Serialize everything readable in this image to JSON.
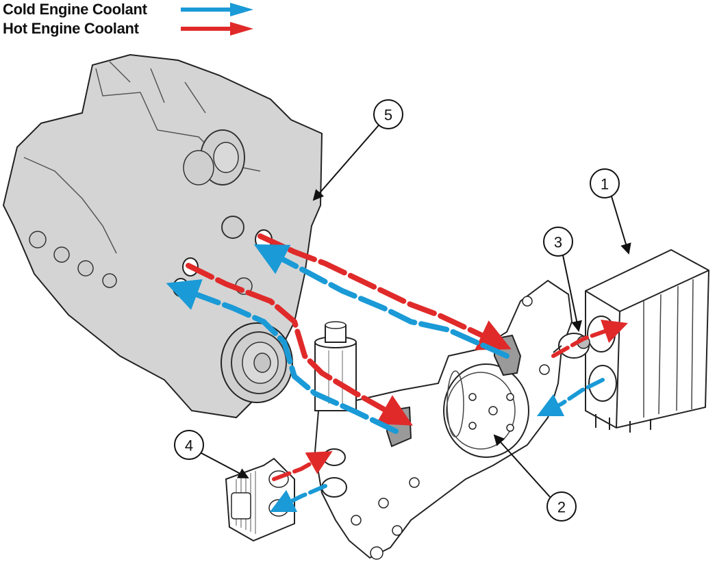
{
  "legend": [
    {
      "label": "Cold Engine Coolant",
      "color": "#1a9ad6"
    },
    {
      "label": "Hot Engine Coolant",
      "color": "#e02a2a"
    }
  ],
  "callouts": [
    "1",
    "2",
    "3",
    "4",
    "5"
  ],
  "colors": {
    "engine_fill": "#d4d4d4",
    "outline": "#222222",
    "cold": "#1a9ad6",
    "hot": "#e02a2a"
  },
  "icons": [
    "engine-block",
    "heater-core",
    "water-pump",
    "thermostat",
    "oil-cooler",
    "oil-filter-housing"
  ]
}
